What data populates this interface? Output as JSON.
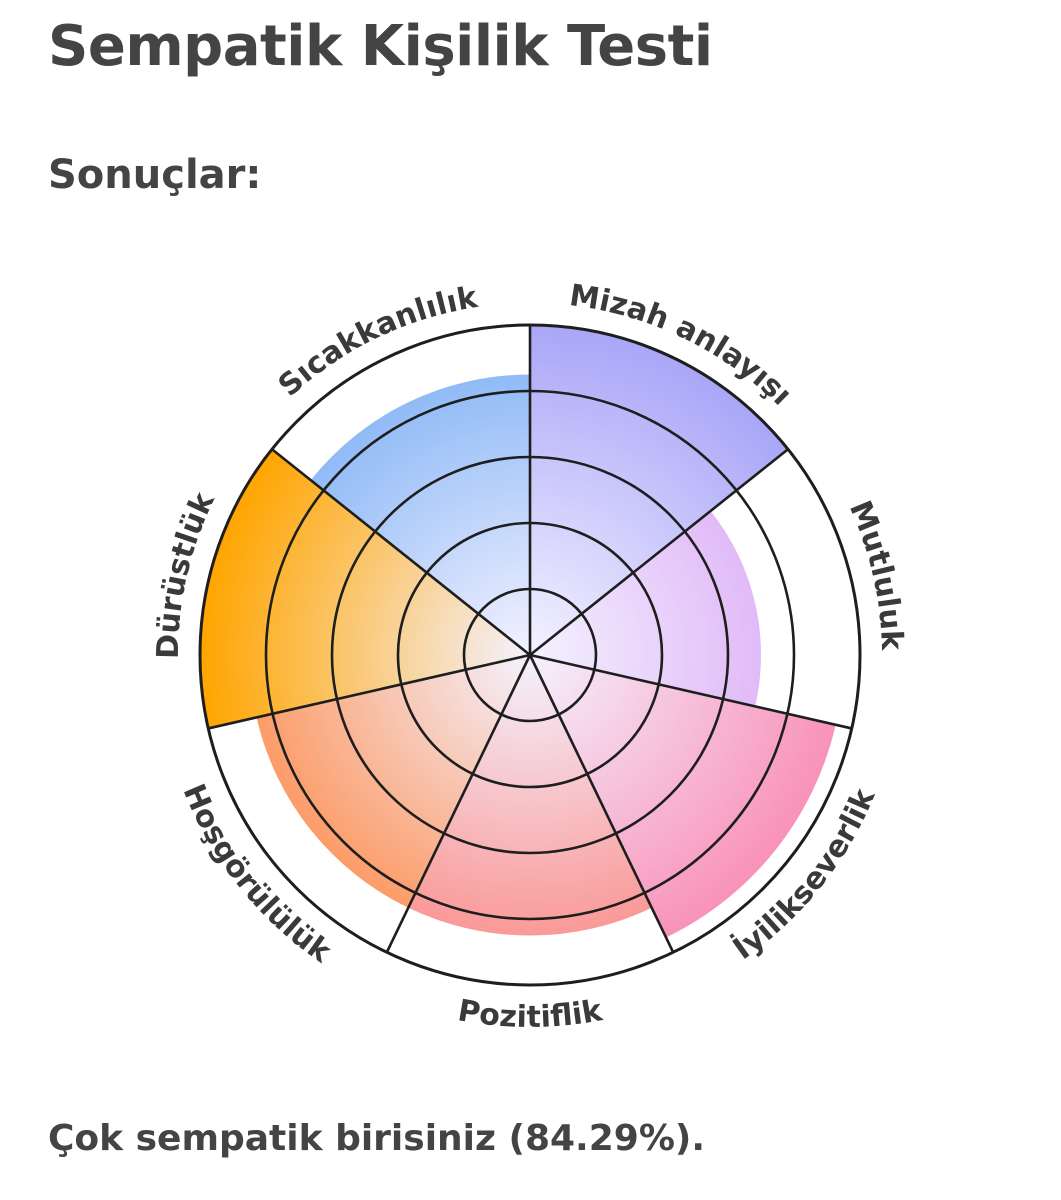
{
  "header": {
    "title": "Sempatik Kişilik Testi",
    "results_heading": "Sonuçlar:"
  },
  "chart_data": {
    "type": "polar-area",
    "categories": [
      "Mizah anlayışı",
      "Mutluluk",
      "İyilikseverlik",
      "Pozitiflik",
      "Hoşgörülülük",
      "Dürüstlük",
      "Sıcakkanlılık"
    ],
    "values": [
      100,
      70,
      95,
      85,
      85,
      100,
      85
    ],
    "rmax": 100,
    "rings": 5,
    "colors": [
      "#a9a6f8",
      "#d9a3f4",
      "#f98db5",
      "#fb8a86",
      "#fd8d4e",
      "#ffa500",
      "#7fb1f5"
    ],
    "center_color": "#f4f2ff"
  },
  "result": {
    "text": "Çok sempatik birisiniz (84.29%)."
  }
}
